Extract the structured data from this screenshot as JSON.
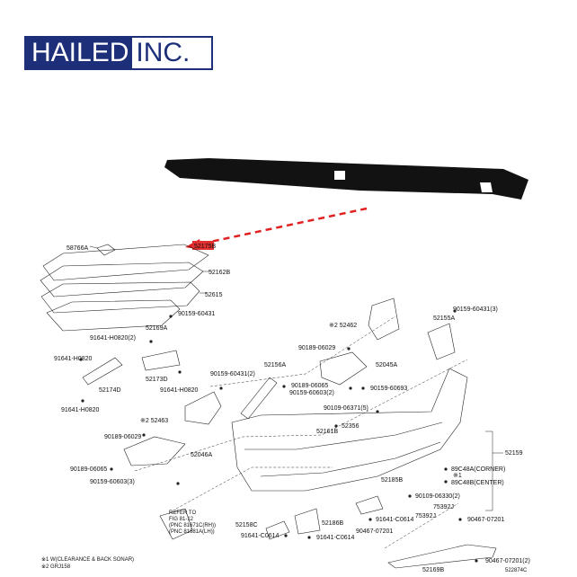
{
  "logo": {
    "left": "HAILED",
    "right": "INC."
  },
  "callout": "52175B",
  "parts": {
    "p58766A": "58766A",
    "p52162B": "52162B",
    "p52615": "52615",
    "p90159_60431": "90159-60431",
    "p52169A": "52169A",
    "p91641_H0820_2": "91641-H0820(2)",
    "s52462": "※2 52462",
    "p90189_06029a": "90189-06029",
    "p52155A": "52155A",
    "p90159_60431_3": "90159-60431(3)",
    "p91641_H0820a": "91641-H0820",
    "p52174D": "52174D",
    "p52173D": "52173D",
    "p91641_H0820b": "91641-H0820",
    "p91641_H0820c": "91641-H0820",
    "p90159_60431_2": "90159-60431(2)",
    "p52156A": "52156A",
    "p52045A": "52045A",
    "p90189_06065a": "90189-06065",
    "p90159_60603_2": "90159-60603(2)",
    "p90159_60693": "90159-60693",
    "p90109_06371_5": "90109-06371(5)",
    "s52463": "※2 52463",
    "p52356": "52356",
    "p52161B": "52161B",
    "p52159": "52159",
    "p90189_06029b": "90189-06029",
    "p52046A": "52046A",
    "p90189_06065b": "90189-06065",
    "p90159_60603_3": "90159-60603(3)",
    "p89C48A": "89C48A(CORNER)",
    "s1": "※1",
    "p89C48B": "89C48B(CENTER)",
    "p52185B": "52185B",
    "p90109_06330_2": "90109-06330(2)",
    "p91641_C0614a": "91641-C0614",
    "p75392J_a": "75392J",
    "p75392J_b": "75392J",
    "p90467_07201a": "90467-07201",
    "p90467_07201b": "90467-07201",
    "p52158C": "52158C",
    "p52186B": "52186B",
    "p91641_C0614b": "91641-C0614",
    "p91641_C0614c": "91641-C0614",
    "p90467_07201_2": "90467-07201(2)",
    "p52169B": "52169B"
  },
  "refer": {
    "l1": "REFER TO",
    "l2": "FIG 81-12",
    "l3": "(PNC 81671C(RH))",
    "l4": "(PNC 81681A(LH))"
  },
  "notes": {
    "n1": "※1 W(CLEARANCE & BACK SONAR)",
    "n2": "※2 GRJ158"
  },
  "code": "522874C",
  "colors": {
    "brand": "#1e2f7a",
    "arrow": "#e02020"
  }
}
